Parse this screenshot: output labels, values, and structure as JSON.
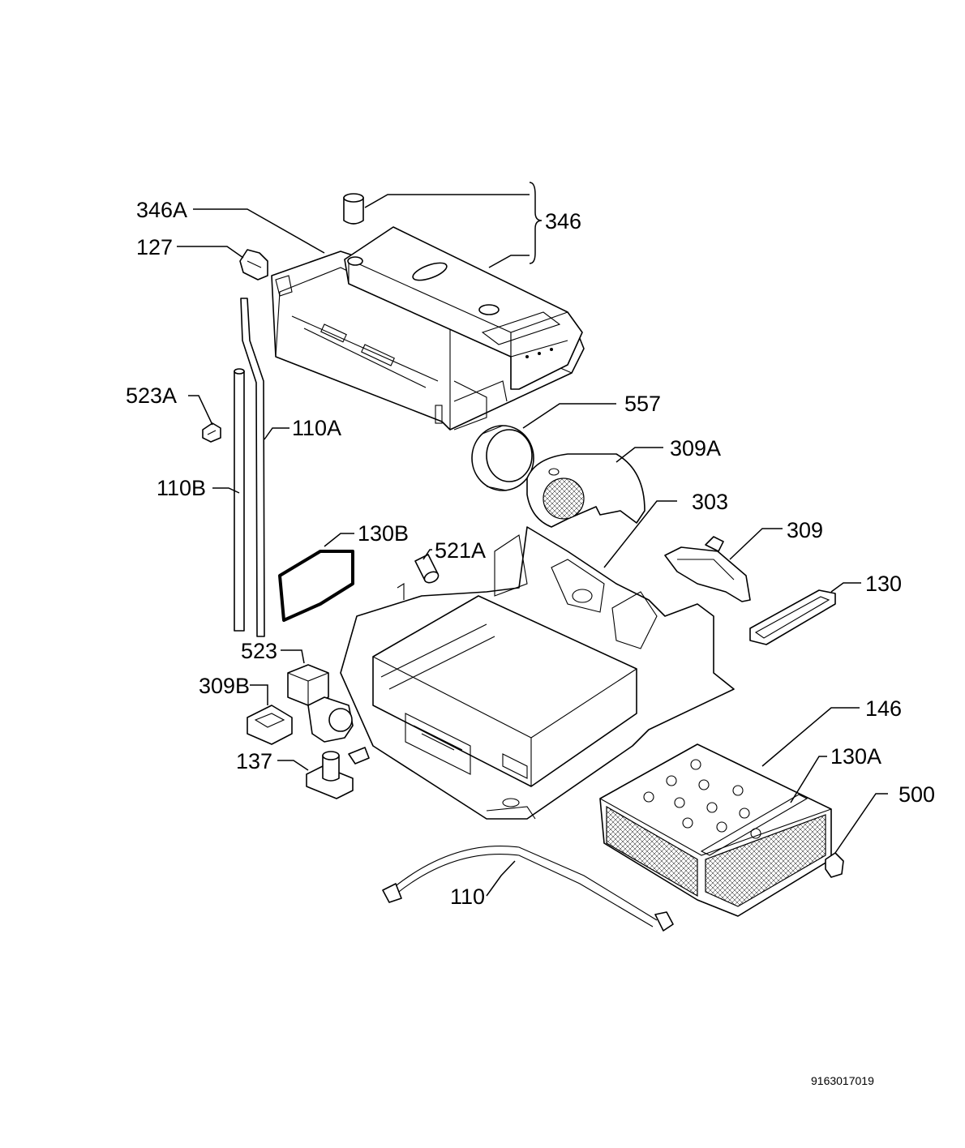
{
  "diagram": {
    "labels": {
      "p346A": "346A",
      "p346": "346",
      "p127": "127",
      "p523A": "523A",
      "p110A": "110A",
      "p110B": "110B",
      "p557": "557",
      "p309A": "309A",
      "p303": "303",
      "p130B": "130B",
      "p521A": "521A",
      "p309": "309",
      "p130": "130",
      "p523": "523",
      "p309B": "309B",
      "p137": "137",
      "p146": "146",
      "p130A": "130A",
      "p500": "500",
      "p110": "110"
    },
    "document_number": "9163017019"
  }
}
